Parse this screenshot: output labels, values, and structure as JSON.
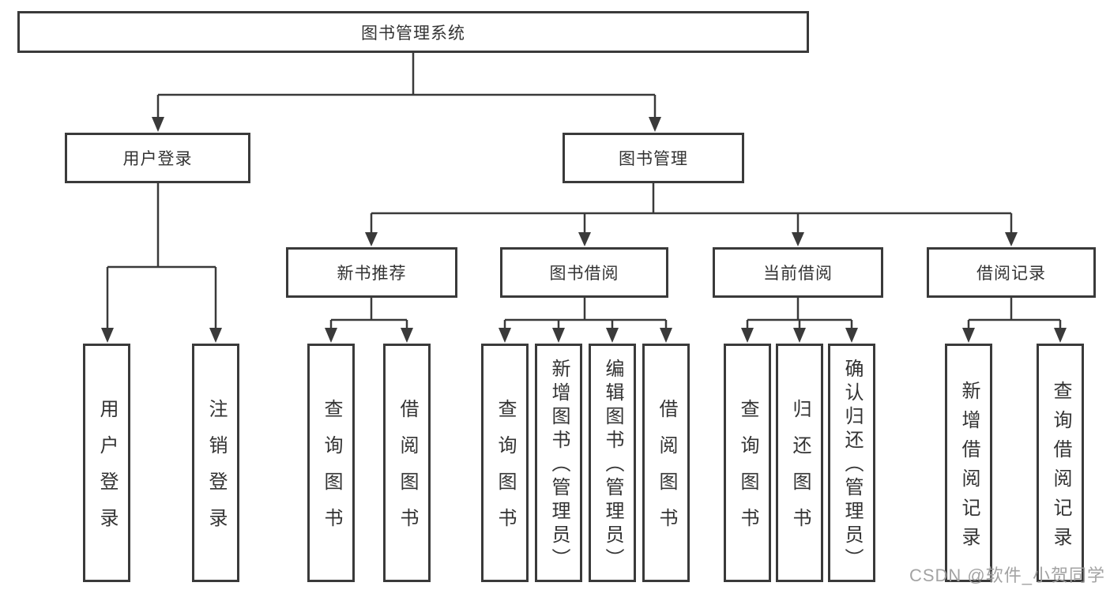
{
  "diagram": {
    "title": "图书管理系统",
    "root": {
      "label": "图书管理系统"
    },
    "level2": {
      "user_login": {
        "label": "用户登录"
      },
      "book_mgmt": {
        "label": "图书管理"
      }
    },
    "level3": {
      "new_books": {
        "label": "新书推荐"
      },
      "borrowing": {
        "label": "图书借阅"
      },
      "current_borrow": {
        "label": "当前借阅"
      },
      "borrow_records": {
        "label": "借阅记录"
      }
    },
    "leaves": {
      "user_login": [
        "用户登录",
        "注销登录"
      ],
      "new_books": [
        "查询图书",
        "借阅图书"
      ],
      "borrowing": [
        "查询图书",
        "新增图书（管理员）",
        "编辑图书（管理员）",
        "借阅图书"
      ],
      "current_borrow": [
        "查询图书",
        "归还图书",
        "确认归还（管理员）"
      ],
      "borrow_records": [
        "新增借阅记录",
        "查询借阅记录"
      ]
    }
  },
  "watermark": "CSDN @软件_小贺同学",
  "colors": {
    "line": "#3a3a3a",
    "text": "#333333",
    "background": "#ffffff",
    "watermark": "#9e9e9e"
  }
}
